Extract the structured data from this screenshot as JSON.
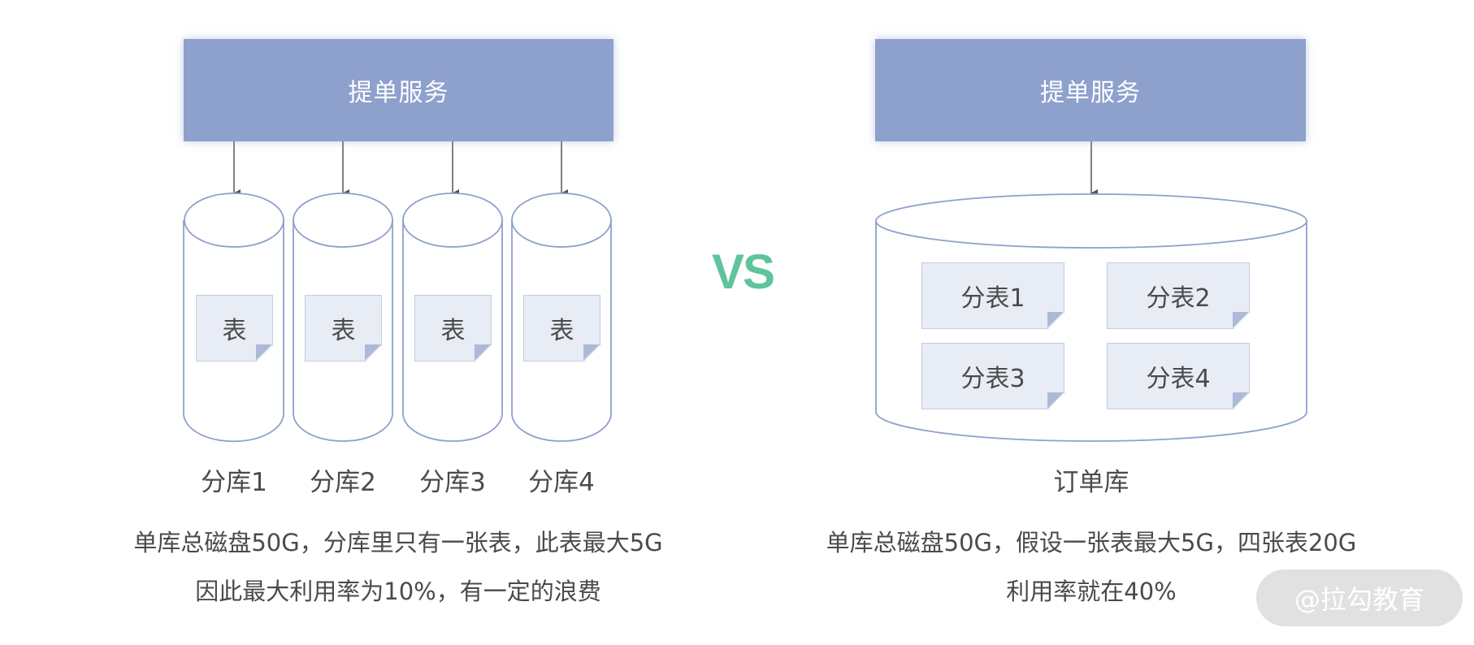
{
  "left": {
    "service_label": "提单服务",
    "table_label": "表",
    "databases": [
      "分库1",
      "分库2",
      "分库3",
      "分库4"
    ],
    "caption_lines": [
      "单库总磁盘50G，分库里只有一张表，此表最大5G",
      "因此最大利用率为10%，有一定的浪费"
    ]
  },
  "vs_label": "VS",
  "right": {
    "service_label": "提单服务",
    "tables": [
      "分表1",
      "分表2",
      "分表3",
      "分表4"
    ],
    "database": "订单库",
    "caption_lines": [
      "单库总磁盘50G，假设一张表最大5G，四张表20G",
      "利用率就在40%"
    ]
  },
  "watermark": "@拉勾教育",
  "colors": {
    "service_box": "#8ea0cc",
    "cylinder_stroke": "#8ea0cc",
    "vs": "#5ec49b",
    "sheet_fill": "#e8ecf5",
    "arrow": "#555555"
  }
}
